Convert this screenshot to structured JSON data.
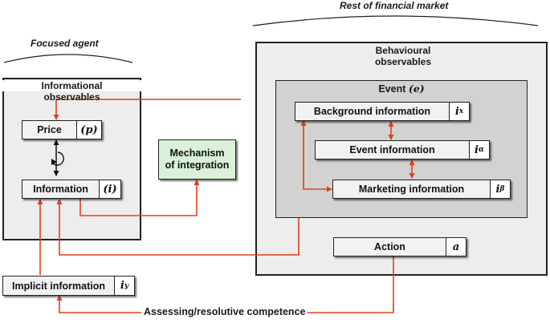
{
  "header_left": "Focused agent",
  "header_right": "Rest of financial market",
  "left_panel": {
    "title_line1": "Informational",
    "title_line2": "observables",
    "price": {
      "label": "Price",
      "symbol": "(p)"
    },
    "information": {
      "label": "Information",
      "symbol": "(i)"
    }
  },
  "mechanism": {
    "line1": "Mechanism",
    "line2": "of integration"
  },
  "right_panel": {
    "title_line1": "Behavioural",
    "title_line2": "observables",
    "event": {
      "title": "Event",
      "symbol": "(e)",
      "background": {
        "label": "Background information",
        "symbol_base": "i",
        "symbol_sub": "x"
      },
      "event_info": {
        "label": "Event information",
        "symbol_base": "i",
        "symbol_sub": "α"
      },
      "marketing": {
        "label": "Marketing information",
        "symbol_base": "i",
        "symbol_sub": "β"
      }
    },
    "action": {
      "label": "Action",
      "symbol": "a"
    }
  },
  "implicit": {
    "label": "Implicit information",
    "symbol_base": "i",
    "symbol_sub": "y"
  },
  "competence_label": "Assessing/resolutive competence",
  "colors": {
    "arrow": "#e0401a",
    "outer_panel": "#ededed",
    "inner_panel": "#d2d2d2",
    "mechanism_fill": "#d9f0d9"
  },
  "icons": [
    "cycle-icon"
  ]
}
